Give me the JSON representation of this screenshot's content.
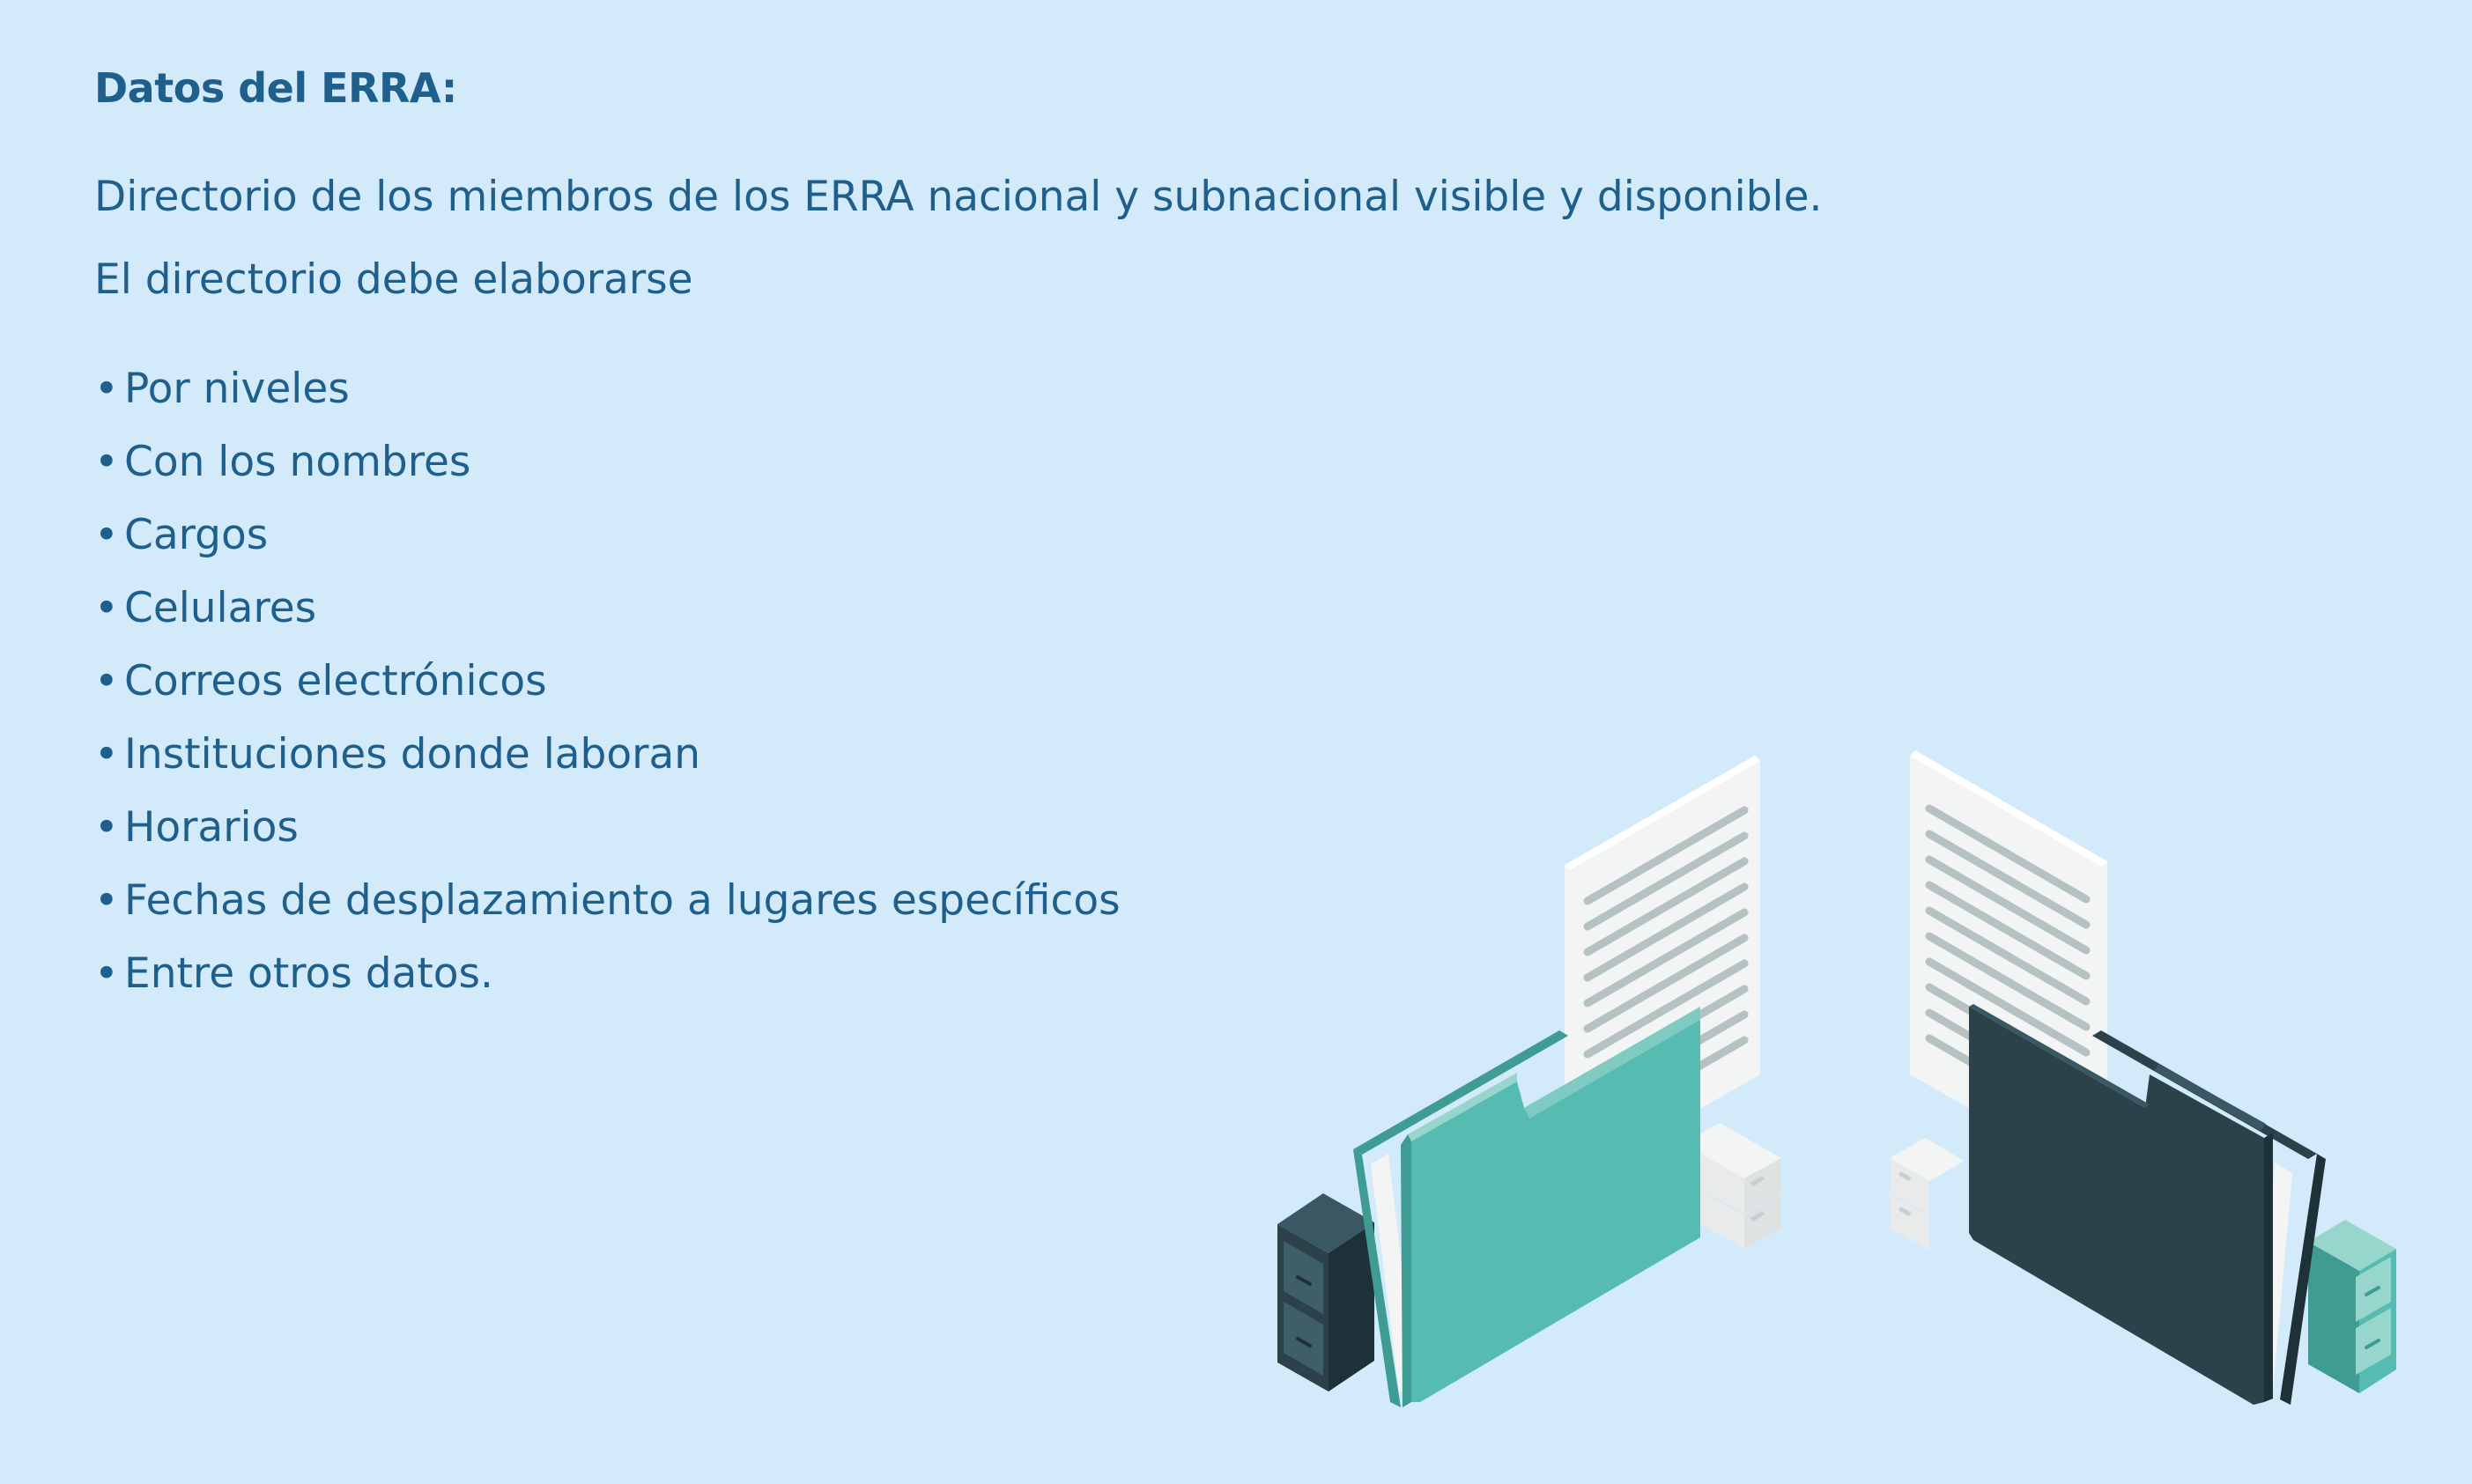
{
  "heading": "Datos del ERRA:",
  "paragraphs": [
    "Directorio de los miembros de los ERRA nacional y subnacional visible y disponible.",
    "El directorio debe elaborarse"
  ],
  "bullet_symbol": "•",
  "bullets": [
    "Por niveles",
    "Con los nombres",
    "Cargos",
    "Celulares",
    "Correos electrónicos",
    "Instituciones donde laboran",
    "Horarios",
    "Fechas de desplazamiento a lugares específicos",
    "Entre otros datos."
  ],
  "illustration": {
    "icon": "folders-documents-illustration",
    "colors": {
      "background": "#d3eafb",
      "text": "#1f5f8b",
      "teal": "#56bbb0",
      "teal_dark": "#3f9c92",
      "teal_light": "#96d6cd",
      "navy": "#2b424b",
      "navy_dark": "#1e3038",
      "paper": "#f3f4f4",
      "paper_shade": "#e4e6e6",
      "lines": "#b5c1c3"
    }
  }
}
